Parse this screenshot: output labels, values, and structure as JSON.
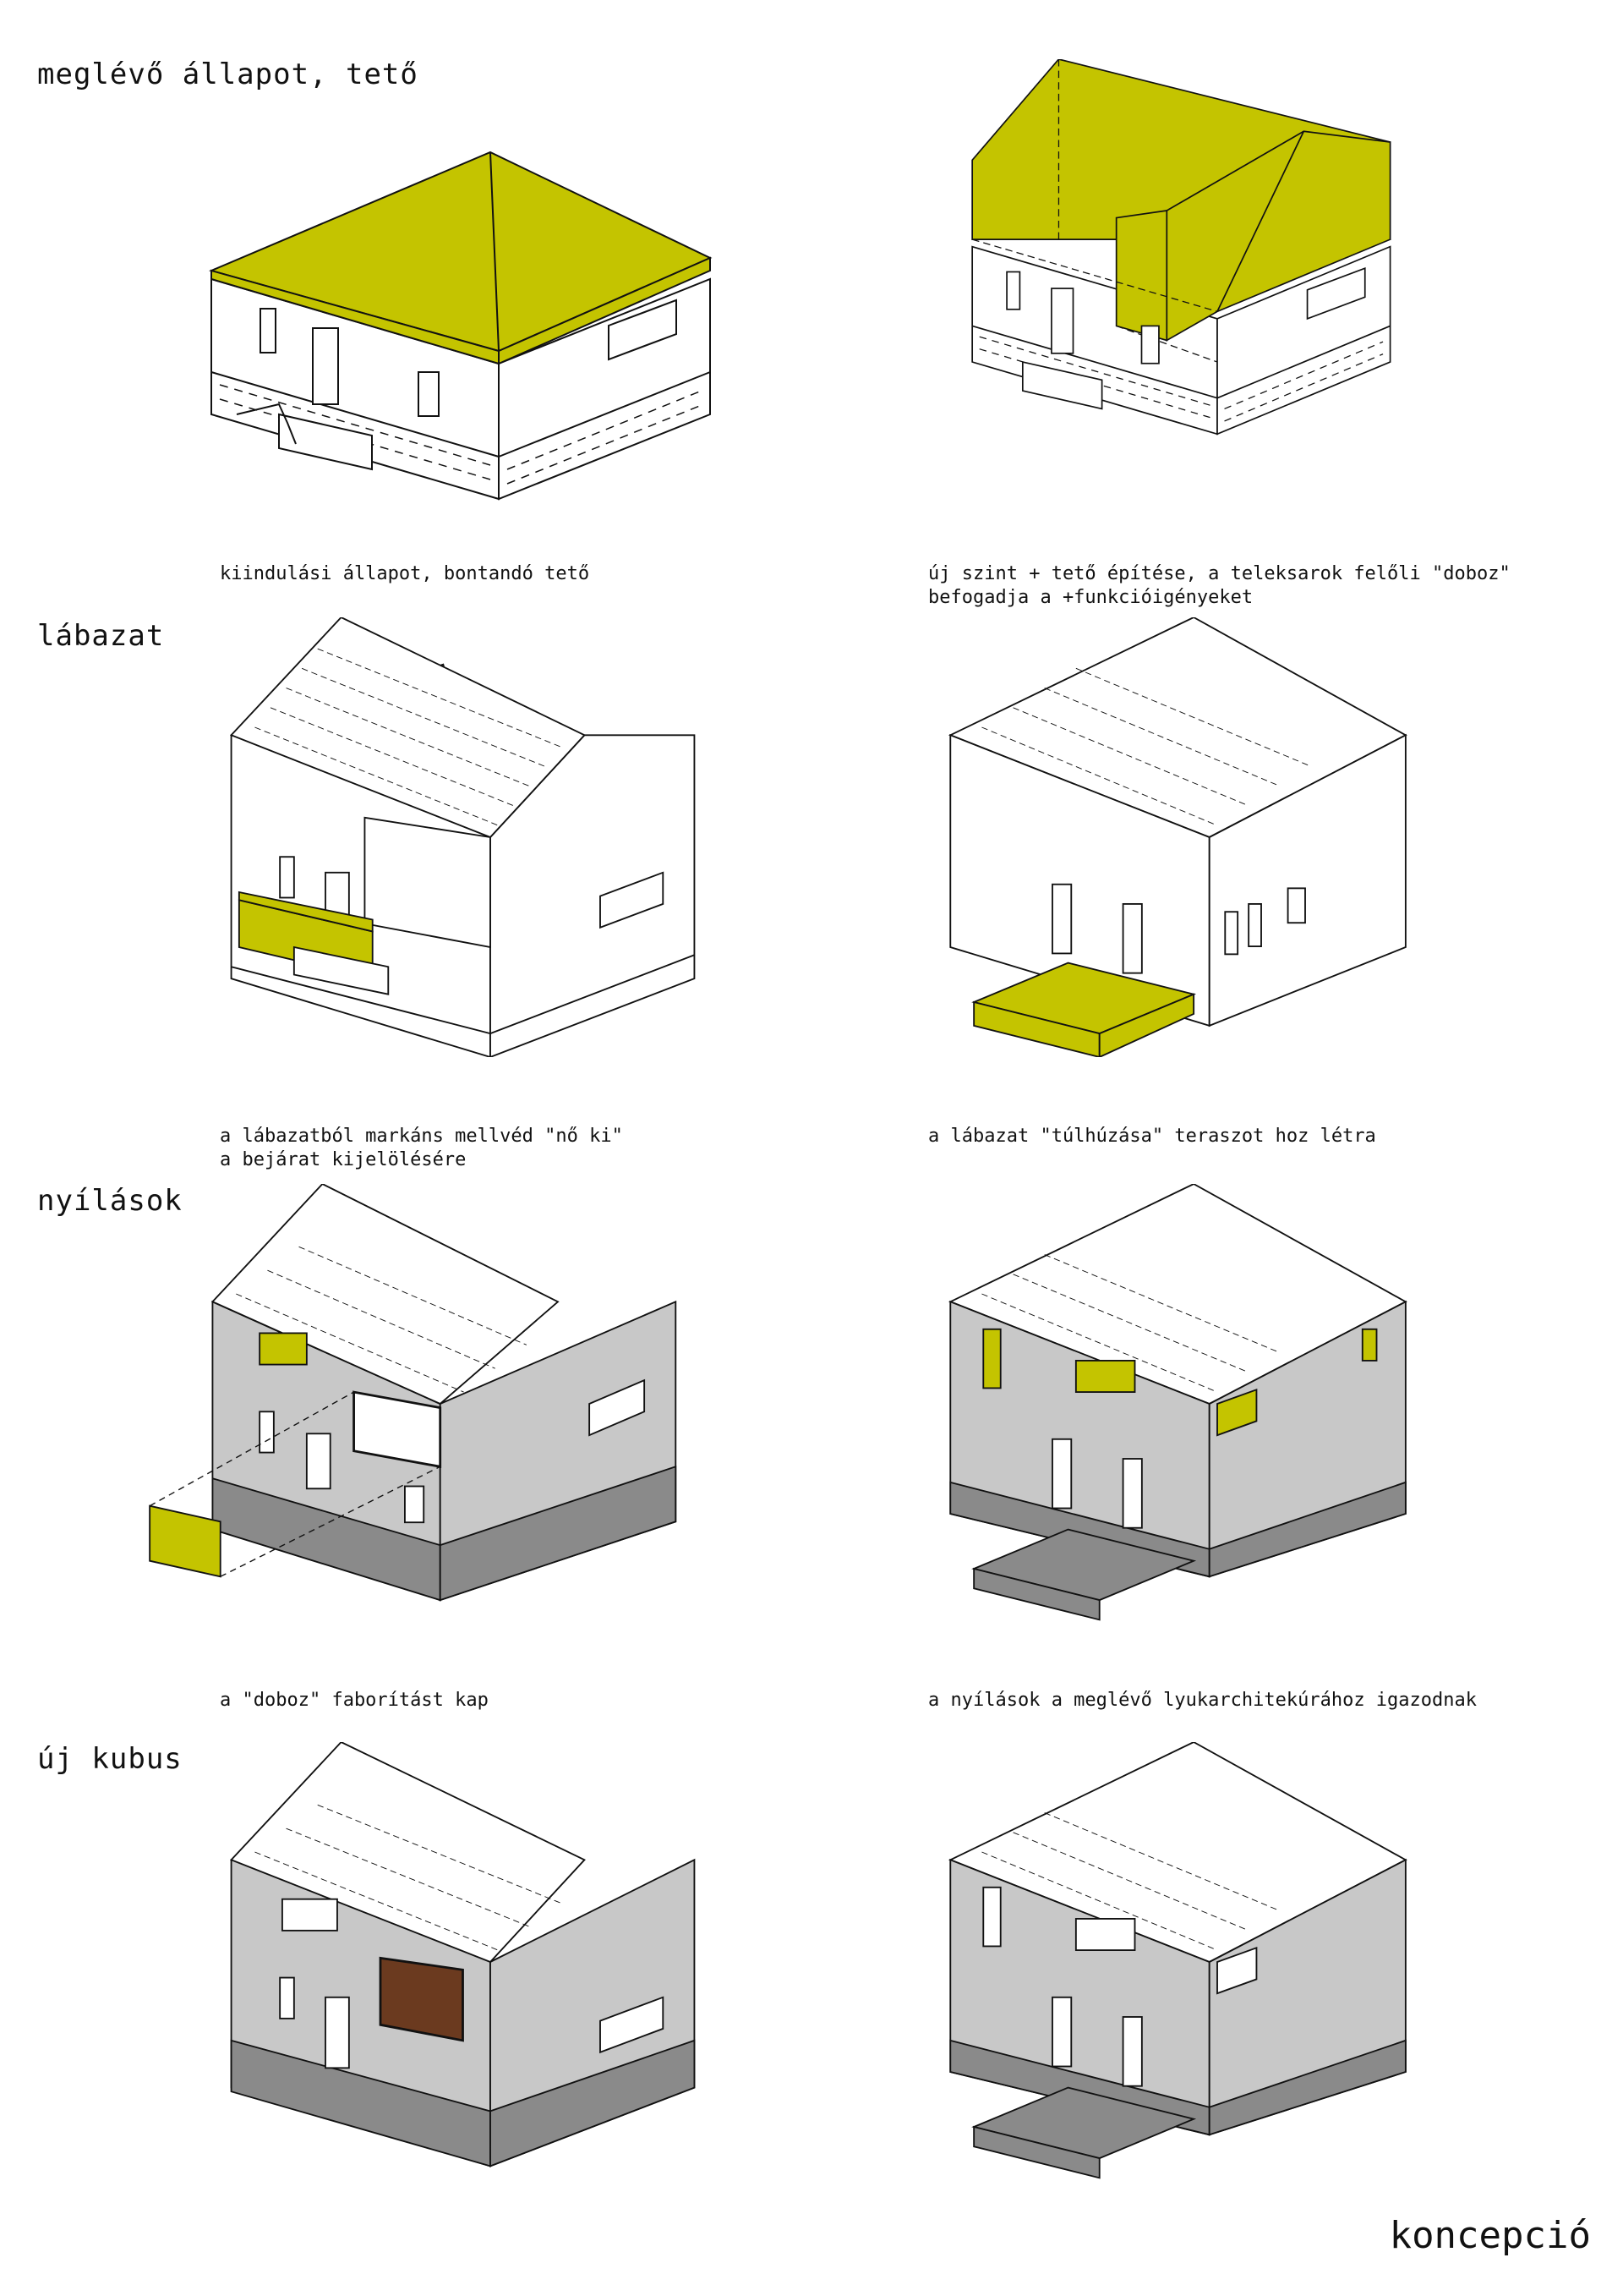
{
  "sections": [
    {
      "title": "meglévő állapot, tető",
      "captions": [
        [
          "kiindulási állapot, bontandó tető"
        ],
        [
          "új szint + tető építése, a teleksarok felőli \"doboz\"",
          "befogadja a +funkcióigényeket"
        ]
      ]
    },
    {
      "title": "lábazat",
      "captions": [
        [
          "a lábazatból markáns mellvéd \"nő ki\"",
          "a bejárat kijelölésére"
        ],
        [
          "a lábazat \"túlhúzása\" teraszot hoz létra"
        ]
      ]
    },
    {
      "title": "nyílások",
      "captions": [
        [
          "a \"doboz\" faborítást kap"
        ],
        [
          "a nyílások a meglévő lyukarchitekúrához igazodnak"
        ]
      ]
    },
    {
      "title": "új kubus",
      "captions": [
        [
          ""
        ],
        [
          ""
        ]
      ]
    }
  ],
  "footer": {
    "label": "koncepció"
  },
  "colors": {
    "accent": "#c4c400",
    "wall_grey": "#c8c8c8",
    "plinth_dark": "#8a8a8a",
    "line": "#111111",
    "wood": "#6b3a1f"
  }
}
